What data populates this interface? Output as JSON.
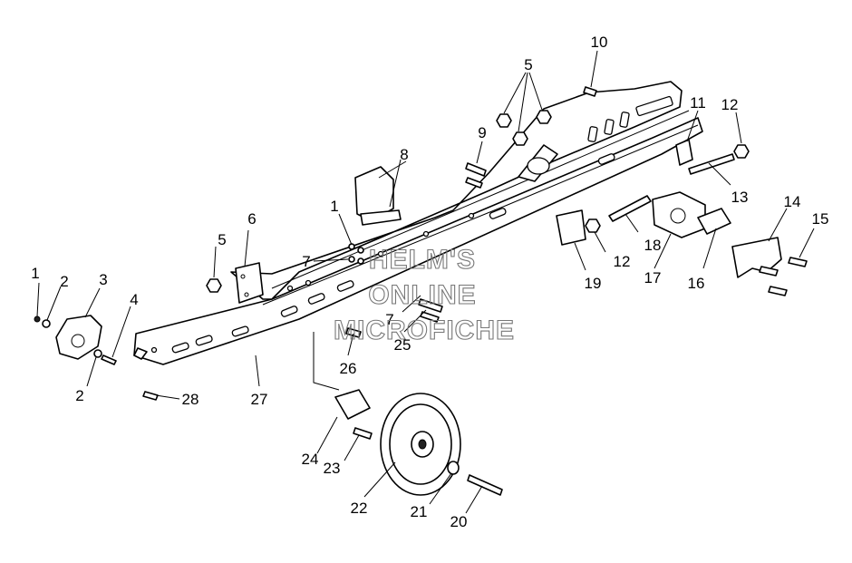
{
  "watermark": {
    "line1": "HELM'S",
    "line2": "ONLINE",
    "line3": "MICROFICHE"
  },
  "callouts": [
    "1",
    "2",
    "3",
    "4",
    "2",
    "5",
    "6",
    "1",
    "7",
    "8",
    "5",
    "9",
    "10",
    "11",
    "12",
    "13",
    "14",
    "15",
    "16",
    "17",
    "18",
    "12",
    "19",
    "7",
    "25",
    "26",
    "27",
    "28",
    "24",
    "23",
    "22",
    "21",
    "20"
  ]
}
